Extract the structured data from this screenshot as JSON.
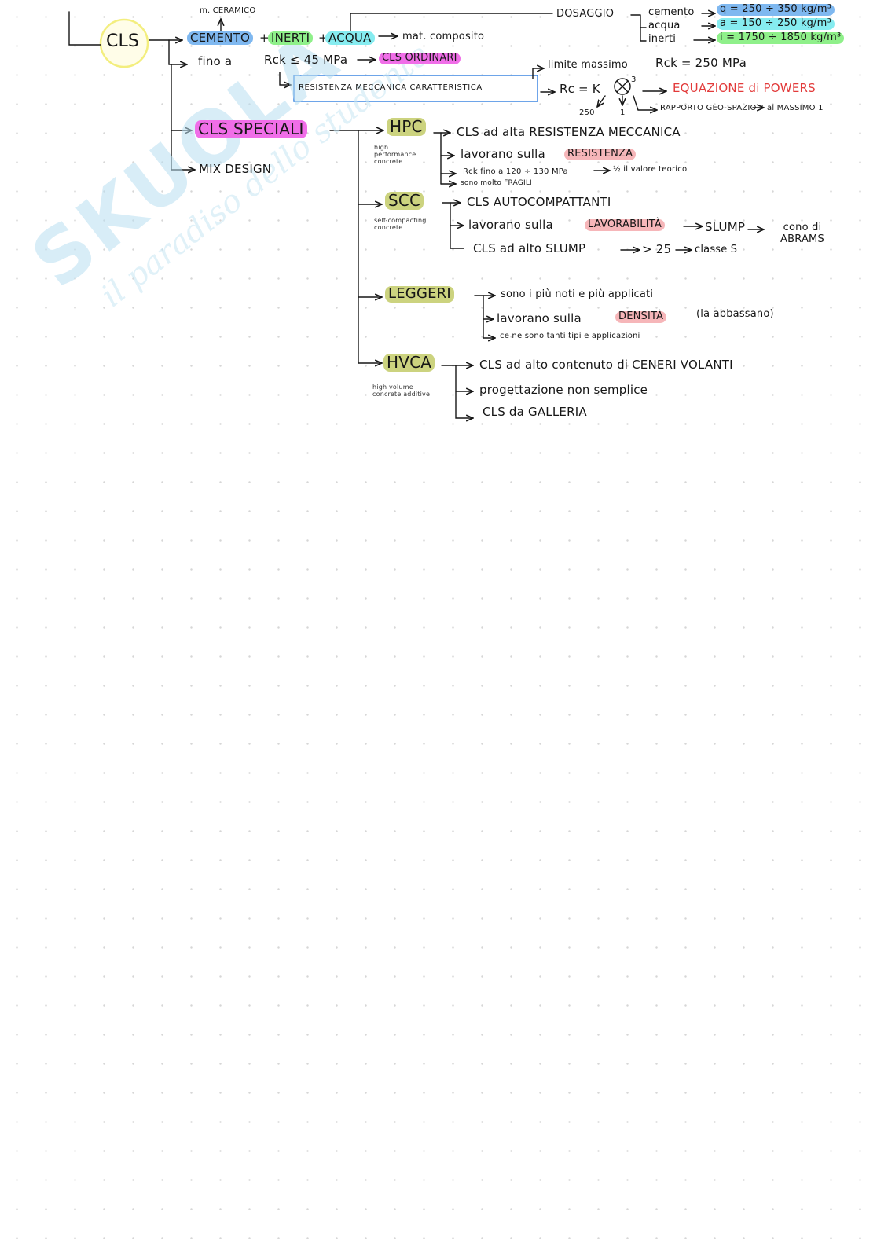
{
  "colors": {
    "blue": "#7fb8f0",
    "green": "#8ff08a",
    "cyan": "#86ecf0",
    "magenta": "#f06ee8",
    "olive": "#ccd37f",
    "pink": "#f6b6b9",
    "yellow_circle": "#f3ee7e",
    "box_blue": "#3f87e2",
    "red_text": "#e23a3a"
  },
  "watermark": {
    "logo": "SKUOLA",
    "tagline": "il paradiso dello studente"
  },
  "root": {
    "label": "CLS"
  },
  "composition": {
    "cemento": "CEMENTO",
    "plus1": "+",
    "inerti": "INERTI",
    "plus2": "+",
    "acqua": "ACQUA",
    "result": "mat. composito",
    "above_cemento": "m. CERAMICO"
  },
  "dosaggio": {
    "title": "DOSAGGIO",
    "rows": [
      {
        "label": "cemento",
        "formula": "q = 250 ÷ 350 kg/m³"
      },
      {
        "label": "acqua",
        "formula": "a = 150 ÷ 250 kg/m³"
      },
      {
        "label": "inerti",
        "formula": "i = 1750 ÷ 1850 kg/m³"
      }
    ]
  },
  "ordinari": {
    "line_prefix": "fino a",
    "rck": "Rck ≤ 45 MPa",
    "result": "CLS ORDINARI",
    "boxed": "RESISTENZA MECCANICA CARATTERISTICA",
    "limite": "limite massimo",
    "limite_val": "Rck = 250 MPa",
    "formula": "Rc = K",
    "formula_x": "X",
    "formula_exp": "3",
    "under_k": "250",
    "under_x": "1",
    "equazione": "EQUAZIONE di POWERS",
    "rapporto": "RAPPORTO GEO-SPAZIO ?",
    "massimo": "al MASSIMO 1"
  },
  "speciali": {
    "label": "CLS SPECIALI",
    "mix_design": "MIX DESIGN",
    "types": [
      {
        "name": "HPC",
        "sub": "high performance concrete",
        "points": [
          "CLS ad alta RESISTENZA MECCANICA",
          "lavorano sulla",
          "Rck fino a 120 ÷ 130 MPa",
          "sono molto FRAGILI"
        ],
        "highlight": "RESISTENZA",
        "extra": "½ il valore teorico"
      },
      {
        "name": "SCC",
        "sub": "self-compacting concrete",
        "points": [
          "CLS AUTOCOMPATTANTI",
          "lavorano sulla",
          "CLS ad alto SLUMP",
          "> 25",
          "classe S"
        ],
        "highlight": "LAVORABILITÀ",
        "slump_chain": [
          "SLUMP",
          "cono di ABRAMS"
        ]
      },
      {
        "name": "LEGGERI",
        "sub": "",
        "points": [
          "sono i più noti e più applicati",
          "lavorano sulla",
          "(la abbassano)",
          "ce ne sono tanti tipi e applicazioni"
        ],
        "highlight": "DENSITÀ"
      },
      {
        "name": "HVCA",
        "sub": "high volume concrete additive",
        "points": [
          "CLS ad alto contenuto di CENERI VOLANTI",
          "progettazione non semplice",
          "CLS da GALLERIA"
        ]
      }
    ]
  }
}
